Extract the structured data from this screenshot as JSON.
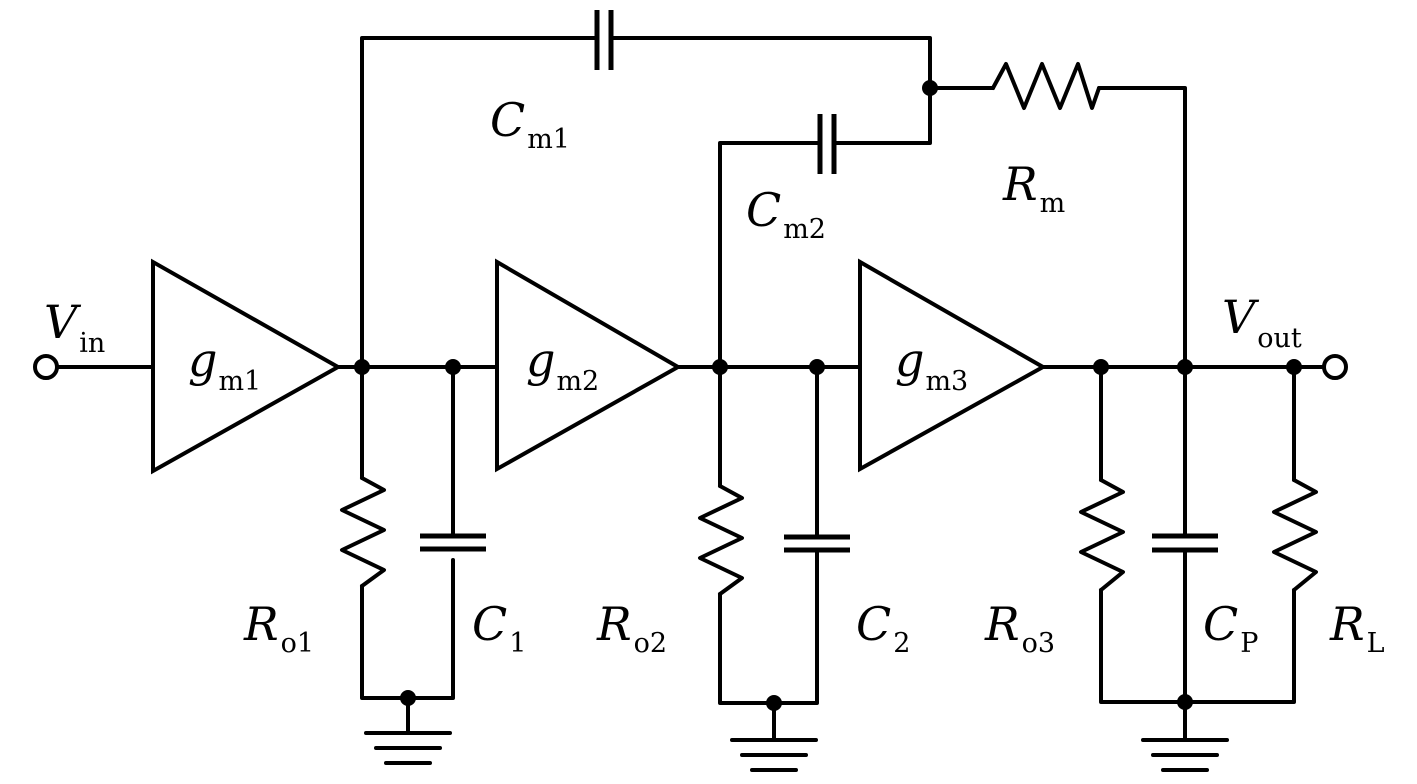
{
  "diagram": {
    "labels": {
      "vin": {
        "main": "V",
        "sub": "in"
      },
      "vout": {
        "main": "V",
        "sub": "out"
      },
      "gm1": {
        "main": "g",
        "sub": "m1"
      },
      "gm2": {
        "main": "g",
        "sub": "m2"
      },
      "gm3": {
        "main": "g",
        "sub": "m3"
      },
      "cm1": {
        "main": "C",
        "sub": "m1"
      },
      "cm2": {
        "main": "C",
        "sub": "m2"
      },
      "rm": {
        "main": "R",
        "sub": "m"
      },
      "ro1": {
        "main": "R",
        "sub": "o1"
      },
      "ro2": {
        "main": "R",
        "sub": "o2"
      },
      "ro3": {
        "main": "R",
        "sub": "o3"
      },
      "c1": {
        "main": "C",
        "sub": "1"
      },
      "c2": {
        "main": "C",
        "sub": "2"
      },
      "cp": {
        "main": "C",
        "sub": "P"
      },
      "rl": {
        "main": "R",
        "sub": "L"
      }
    }
  }
}
